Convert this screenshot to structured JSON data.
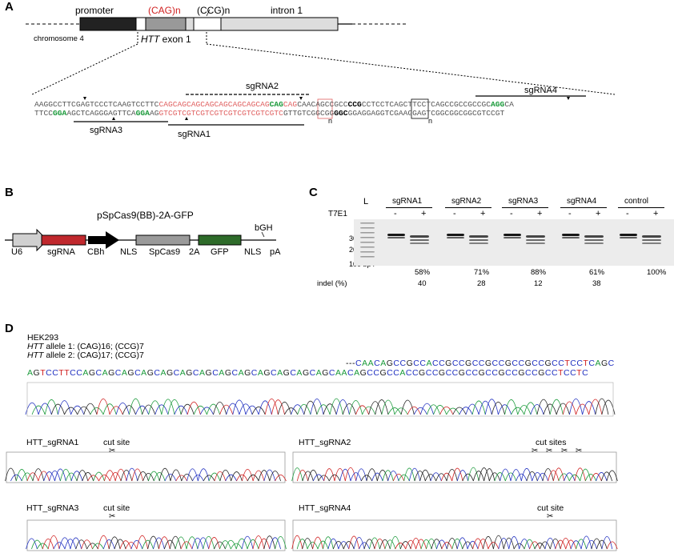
{
  "panelA": {
    "letter": "A",
    "promoter": "promoter",
    "cag": "(CAG)n",
    "ccg": "(CCG)n",
    "intron": "intron 1",
    "chromosome": "chromosome 4",
    "exon_gene": "HTT",
    "exon_rest": " exon 1",
    "sg": [
      "sgRNA1",
      "sgRNA2",
      "sgRNA3",
      "sgRNA4"
    ],
    "n1": "n",
    "n2": "n",
    "top_seq": [
      {
        "t": "AAGGCCTTCGAGTCCCTCAAGTCCTTC",
        "c": "#555"
      },
      {
        "t": "CAGCAGCAGCAGCAGCAGCAGCAG",
        "c": "#e06060"
      },
      {
        "t": "CAG",
        "c": "#1a9a3a"
      },
      {
        "t": "CAG",
        "c": "#e06060"
      },
      {
        "t": "CAACAGCCGCC",
        "c": "#555"
      },
      {
        "t": "CCG",
        "c": "#000"
      },
      {
        "t": "CCTCCTCAGCTTCCTCAGCCGCCGCCGC",
        "c": "#555"
      },
      {
        "t": "AGG",
        "c": "#1a9a3a"
      },
      {
        "t": "CA",
        "c": "#555"
      }
    ],
    "bottom_seq": [
      {
        "t": "TTCC",
        "c": "#555"
      },
      {
        "t": "GGA",
        "c": "#1a9a3a"
      },
      {
        "t": "AGCTCAGGGAGTTCA",
        "c": "#555"
      },
      {
        "t": "GGA",
        "c": "#1a9a3a"
      },
      {
        "t": "AG",
        "c": "#555"
      },
      {
        "t": "GTCGTCGTCGTCGTCGTCGTCGTC",
        "c": "#e06060"
      },
      {
        "t": "GTC",
        "c": "#e06060"
      },
      {
        "t": "GTTGTCGGCGG",
        "c": "#555"
      },
      {
        "t": "GGC",
        "c": "#000"
      },
      {
        "t": "GGAGGAGGTCGAAGGAGTCGGCGGCGGCGTCCGT",
        "c": "#555"
      }
    ]
  },
  "panelB": {
    "letter": "B",
    "title": "pSpCas9(BB)-2A-GFP",
    "labels": [
      "U6",
      "sgRNA",
      "CBh",
      "NLS",
      "SpCas9",
      "2A",
      "GFP",
      "NLS",
      "pA"
    ],
    "bgh": "bGH",
    "colors": {
      "u6": "#cfcfcf",
      "sgrna": "#c0282d",
      "cbh": "#000000",
      "spcas9": "#9a9a9a",
      "gfp": "#2e6b2a"
    }
  },
  "panelC": {
    "letter": "C",
    "ladder": "L",
    "t7e1": "T7E1",
    "groups": [
      {
        "name": "sgRNA1",
        "pct": "58%",
        "indel": "40"
      },
      {
        "name": "sgRNA2",
        "pct": "71%",
        "indel": "28"
      },
      {
        "name": "sgRNA3",
        "pct": "88%",
        "indel": "12"
      },
      {
        "name": "sgRNA4",
        "pct": "61%",
        "indel": "38"
      },
      {
        "name": "control",
        "pct": "100%",
        "indel": ""
      }
    ],
    "minus": "-",
    "plus": "+",
    "bp": [
      "300 bp",
      "200 bp",
      "100 bp"
    ],
    "indel_label": "indel (%)"
  },
  "panelD": {
    "letter": "D",
    "cell": "HEK293",
    "allele1_gene": "HTT",
    "allele1": " allele 1: (CAG)16; (CCG)7",
    "allele2_gene": "HTT",
    "allele2": " allele 2: (CAG)17; (CCG)7",
    "seq2": "---CAACAGCCGCCACCGCCGCCGCCGCCGCCGCCTCCTCAGC",
    "seq1": "AGTCCTTCCAGCAGCAGCAGCAGCAGCAGCAGCAGCAGCAGCAGCAGCAACAGCCGCCACCGCCGCCGCCGCCGCCGCCGCCTCCTC",
    "traces": [
      {
        "name": "HTT_sgRNA1",
        "cut": "cut site"
      },
      {
        "name": "HTT_sgRNA2",
        "cut": "cut sites"
      },
      {
        "name": "HTT_sgRNA3",
        "cut": "cut site"
      },
      {
        "name": "HTT_sgRNA4",
        "cut": "cut site"
      }
    ],
    "base_colors": {
      "A": "#1a9a3a",
      "C": "#2030c0",
      "G": "#222",
      "T": "#d02020"
    }
  }
}
